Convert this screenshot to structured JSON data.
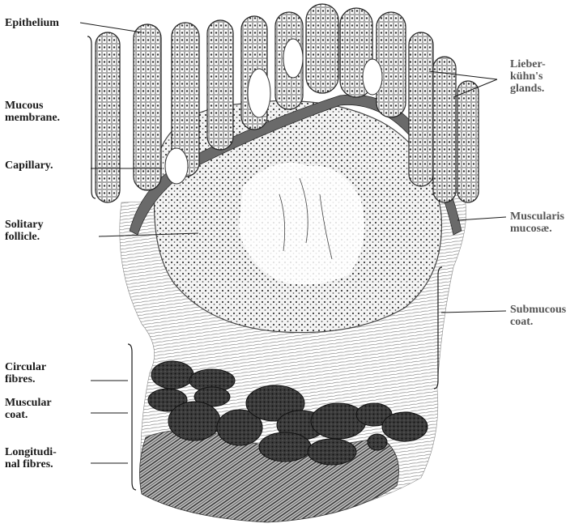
{
  "labels": {
    "epithelium": "Epithelium",
    "mucous_membrane": "Mucous\nmembrane.",
    "capillary": "Capillary.",
    "solitary_follicle": "Solitary\nfollicle.",
    "circular_fibres": "Circular\nfibres.",
    "muscular_coat": "Muscular\ncoat.",
    "longitudinal_fibres": "Longitudi-\nnal fibres.",
    "lieberkuhn_glands": "Lieber-\nkühn's\nglands.",
    "muscularis_mucosae": "Muscularis\nmucosæ.",
    "submucous_coat": "Submucous\ncoat."
  },
  "colors": {
    "ink": "#1a1a1a",
    "light_ink": "#555555",
    "dense_tissue": "#2b2b2b",
    "background": "#ffffff"
  }
}
